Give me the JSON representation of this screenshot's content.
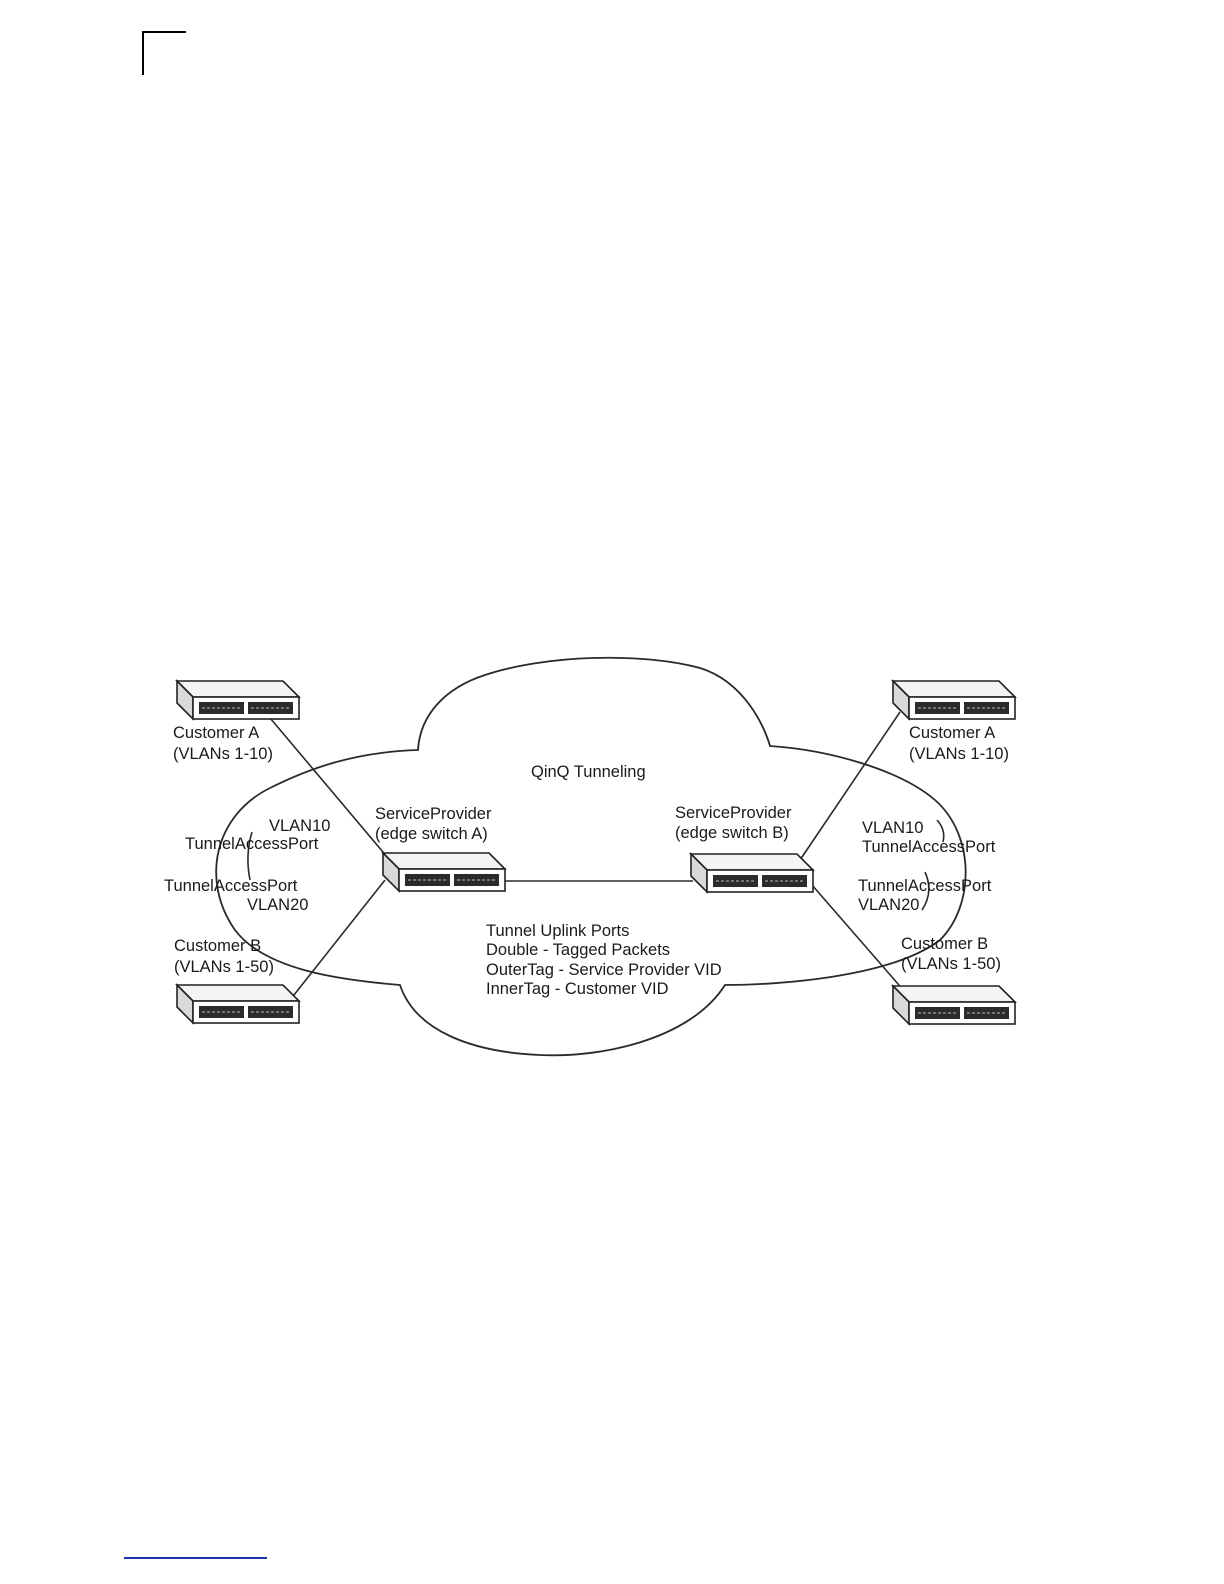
{
  "diagram": {
    "cloud_label": "QinQ Tunneling",
    "customer_a_left": {
      "name": "Customer A",
      "vlans": "(VLANs 1-10)"
    },
    "customer_b_left": {
      "name": "Customer B",
      "vlans": "(VLANs 1-50)"
    },
    "customer_a_right": {
      "name": "Customer A",
      "vlans": "(VLANs 1-10)"
    },
    "customer_b_right": {
      "name": "Customer B",
      "vlans": "(VLANs 1-50)"
    },
    "edge_switch_a": {
      "line1": "ServiceProvider",
      "line2": "(edge switch A)"
    },
    "edge_switch_b": {
      "line1": "ServiceProvider",
      "line2": "(edge switch B)"
    },
    "left_port_a": {
      "vlan": "VLAN10",
      "port": "TunnelAccessPort"
    },
    "left_port_b": {
      "port": "TunnelAccessPort",
      "vlan": "VLAN20"
    },
    "right_port_a": {
      "vlan": "VLAN10",
      "port": "TunnelAccessPort"
    },
    "right_port_b": {
      "port": "TunnelAccessPort",
      "vlan": "VLAN20"
    },
    "uplink_notes": [
      "Tunnel Uplink Ports",
      "Double - Tagged Packets",
      "OuterTag - Service Provider VID",
      "InnerTag - Customer VID"
    ]
  },
  "colors": {
    "line": "#2a2a2a",
    "text": "#1a1a1a",
    "footer_rule": "#2233aa"
  }
}
